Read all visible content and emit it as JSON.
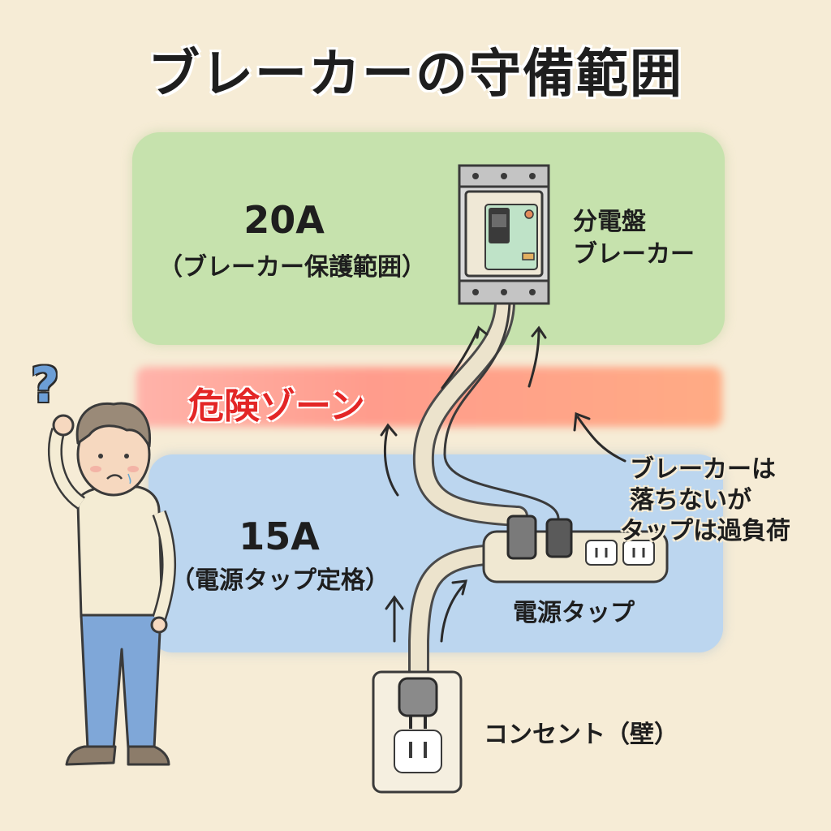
{
  "title": "ブレーカーの守備範囲",
  "zones": {
    "breaker": {
      "amp": "20A",
      "caption": "（ブレーカー保護範囲）"
    },
    "danger": {
      "label": "危険ゾーン"
    },
    "tap": {
      "amp": "15A",
      "caption": "（電源タップ定格）"
    }
  },
  "labels": {
    "panel_line1": "分電盤",
    "panel_line2": "ブレーカー",
    "power_strip": "電源タップ",
    "outlet": "コンセント（壁）",
    "callout": [
      "ブレーカーは",
      "落ちないが",
      "タップは過負荷"
    ]
  },
  "question_mark": "?",
  "colors": {
    "breaker_zone": "#c6e2ad",
    "danger_zone": "#ff9c8c",
    "tap_zone": "#bcd6ef",
    "danger_text": "#e32626",
    "background": "#f6ecd6"
  }
}
